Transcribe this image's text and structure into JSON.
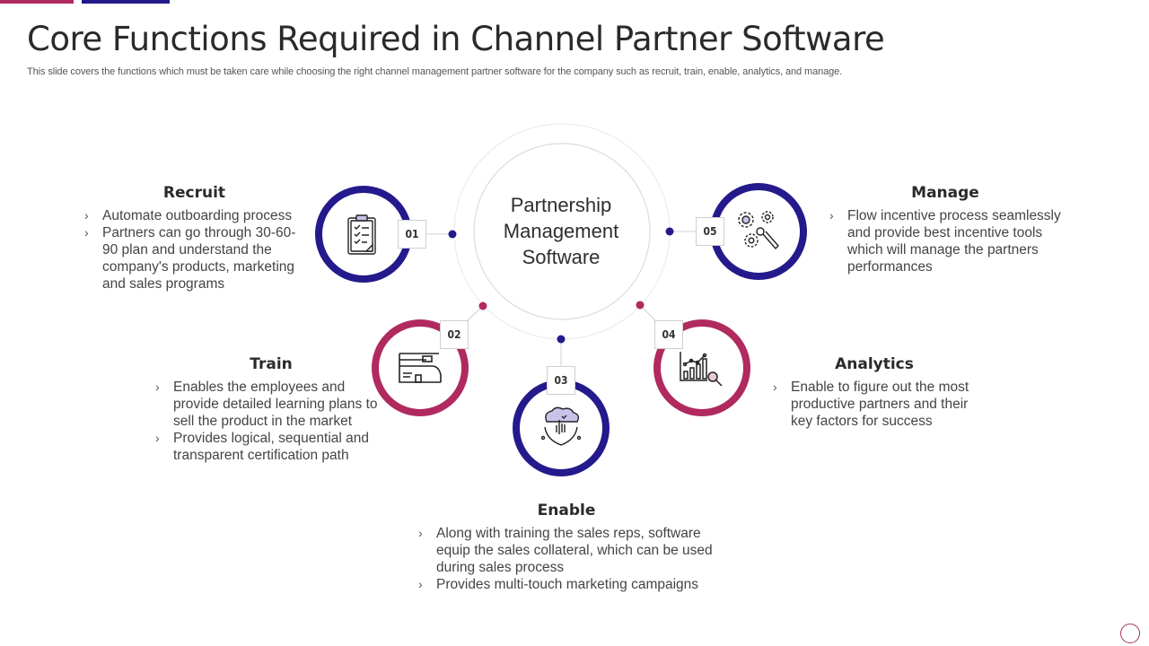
{
  "header": {
    "title": "Core Functions Required in Channel Partner Software",
    "subtitle": "This slide covers the functions which must be taken care while choosing the right channel management partner software for the company such as recruit, train, enable, analytics, and manage."
  },
  "colors": {
    "navy": "#241a8c",
    "magenta": "#b02a5f",
    "line": "#d6d6d6"
  },
  "center": {
    "label_lines": [
      "Partnership",
      "Management",
      "Software"
    ]
  },
  "nodes": [
    {
      "number": "01",
      "title": "Recruit",
      "icon": "clipboard-checklist-icon",
      "color": "navy",
      "bullets": [
        "Automate outboarding process",
        "Partners can go through  30-60-90 plan and understand the company's products, marketing and sales programs"
      ]
    },
    {
      "number": "02",
      "title": "Train",
      "icon": "training-board-icon",
      "color": "magenta",
      "bullets": [
        "Enables the employees and provide detailed learning plans to sell the product in the market",
        "Provides logical, sequential and transparent certification path"
      ]
    },
    {
      "number": "03",
      "title": "Enable",
      "icon": "cloud-touch-icon",
      "color": "navy",
      "bullets": [
        "Along with training the sales reps, software equip the sales collateral, which can be used during sales process",
        "Provides multi-touch  marketing campaigns"
      ]
    },
    {
      "number": "04",
      "title": "Analytics",
      "icon": "chart-magnifier-icon",
      "color": "magenta",
      "bullets": [
        "Enable to figure out the most productive partners and their key factors for success"
      ]
    },
    {
      "number": "05",
      "title": "Manage",
      "icon": "gears-wrench-icon",
      "color": "navy",
      "bullets": [
        "Flow incentive process seamlessly and provide best incentive tools which will manage the partners performances"
      ]
    }
  ],
  "bullet_glyph": "›"
}
